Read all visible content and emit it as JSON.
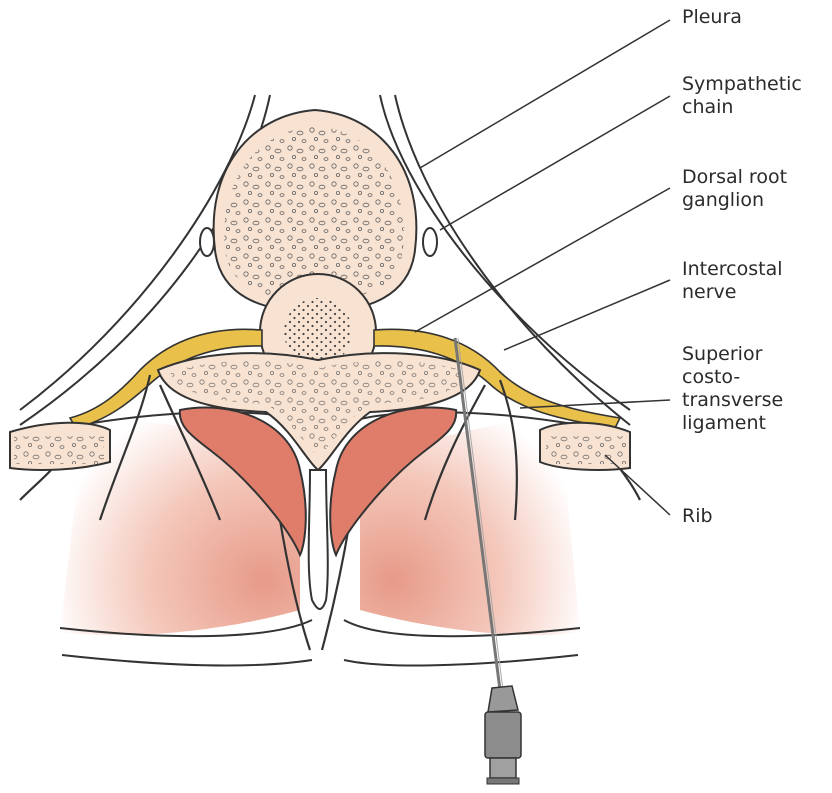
{
  "labels": {
    "pleura": "Pleura",
    "sympathetic_chain": "Sympathetic\nchain",
    "dorsal_root_ganglion": "Dorsal root\nganglion",
    "intercostal_nerve": "Intercostal\nnerve",
    "superior_costotransverse_ligament": "Superior\ncosto-\ntransverse\nligament",
    "rib": "Rib"
  },
  "colors": {
    "outline": "#333333",
    "bone_fill": "#f8e3d3",
    "nerve_fill": "#e8c04a",
    "muscle_fill": "#e07d6a",
    "lung_fill": "#e9a090",
    "needle": "#8a8a8a"
  }
}
